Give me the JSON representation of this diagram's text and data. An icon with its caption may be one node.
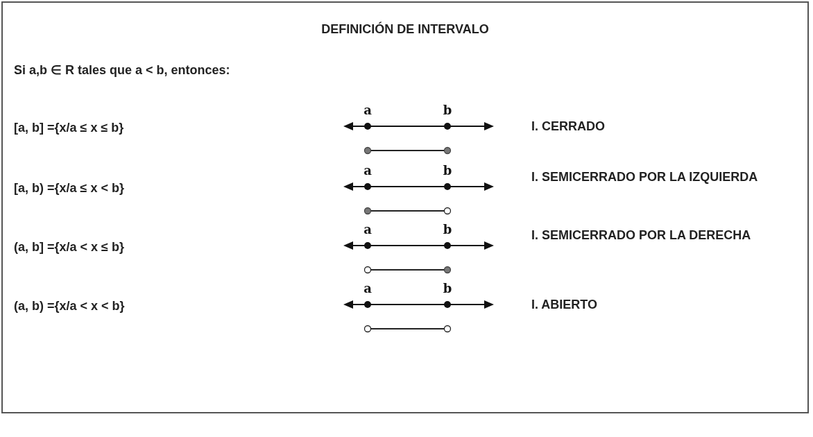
{
  "diagram": {
    "title": "DEFINICIÓN DE INTERVALO",
    "labels": [
      "Si a,b ∈ R tales que a < b, entonces:",
      "[a, b] ={x/a ≤ x ≤ b}",
      "a",
      "b",
      "I. CERRADO",
      "[a, b) ={x/a ≤ x < b}",
      "a",
      "b",
      "I. SEMICERRADO POR LA IZQUIERDA",
      "(a, b] ={x/a < x ≤ b}",
      "a",
      "b",
      "I. SEMICERRADO POR LA DERECHA",
      "(a, b) ={x/a < x < b}",
      "a",
      "b",
      "I. ABIERTO"
    ]
  }
}
